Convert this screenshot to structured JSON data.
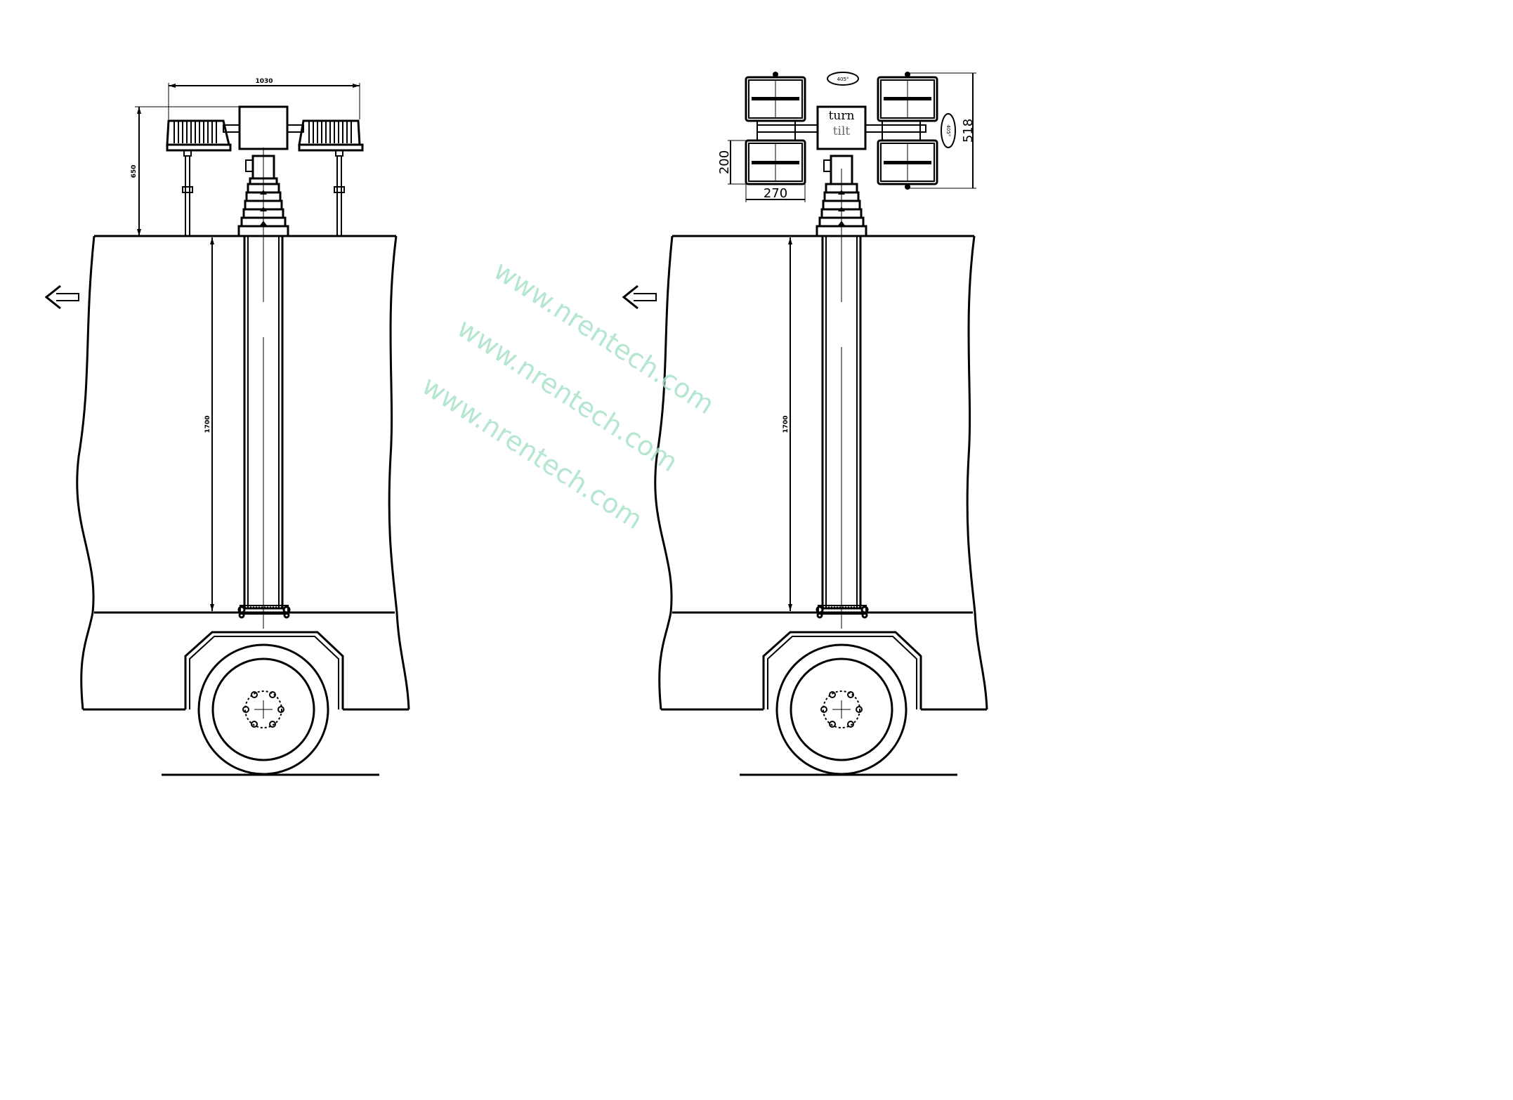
{
  "left_view": {
    "dim_width": "1030",
    "dim_lamp_height": "650",
    "dim_mast_height": "1700"
  },
  "right_view": {
    "control_label_line1": "turn",
    "control_label_line2": "tilt",
    "turn_angle": "405°",
    "tilt_angle": "405°",
    "dim_head_height": "518",
    "dim_panel_height": "200",
    "dim_panel_width": "270",
    "dim_mast_height": "1700"
  },
  "watermark": {
    "text": "www.nrentech.com"
  }
}
